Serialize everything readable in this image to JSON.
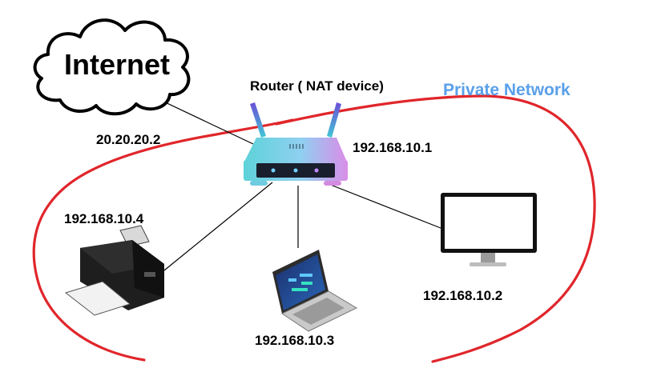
{
  "cloud": {
    "label": "Internet"
  },
  "router": {
    "label": "Router (  NAT device)",
    "ip": "192.168.10.1"
  },
  "network": {
    "label": "Private Network",
    "boundary_color": "#e0262b"
  },
  "wan": {
    "ip": "20.20.20.2"
  },
  "devices": {
    "printer": {
      "ip": "192.168.10.4"
    },
    "laptop": {
      "ip": "192.168.10.3"
    },
    "monitor": {
      "ip": "192.168.10.2"
    }
  },
  "colors": {
    "text": "#000000",
    "private_label": "#5aa0ea",
    "router_body": "#7dd3e6",
    "router_accent": "#c77be0",
    "antenna": "#7b5fd8",
    "link": "#000000"
  }
}
